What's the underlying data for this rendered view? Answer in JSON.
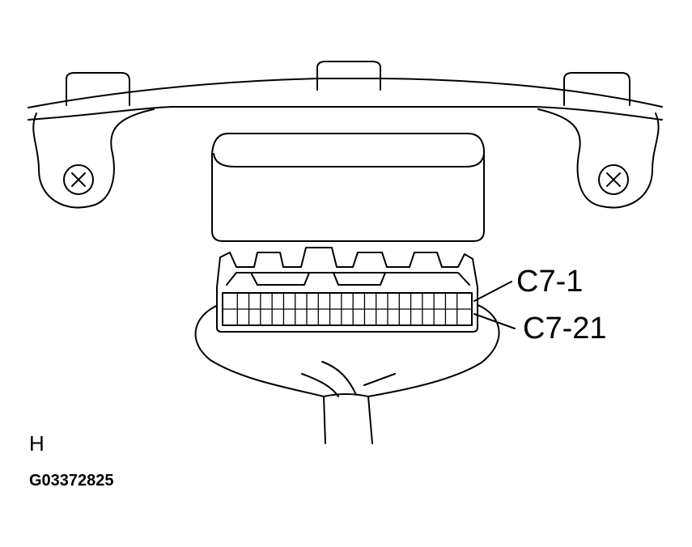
{
  "labels": {
    "pin_first": "C7-1",
    "pin_last": "C7-21",
    "view_letter": "H",
    "figure_code": "G03372825"
  },
  "connector": {
    "cavities_per_row": 21,
    "rows": 2
  },
  "icons": [
    "screw-icon"
  ],
  "colors": {
    "line": "#000000",
    "background": "#ffffff"
  }
}
